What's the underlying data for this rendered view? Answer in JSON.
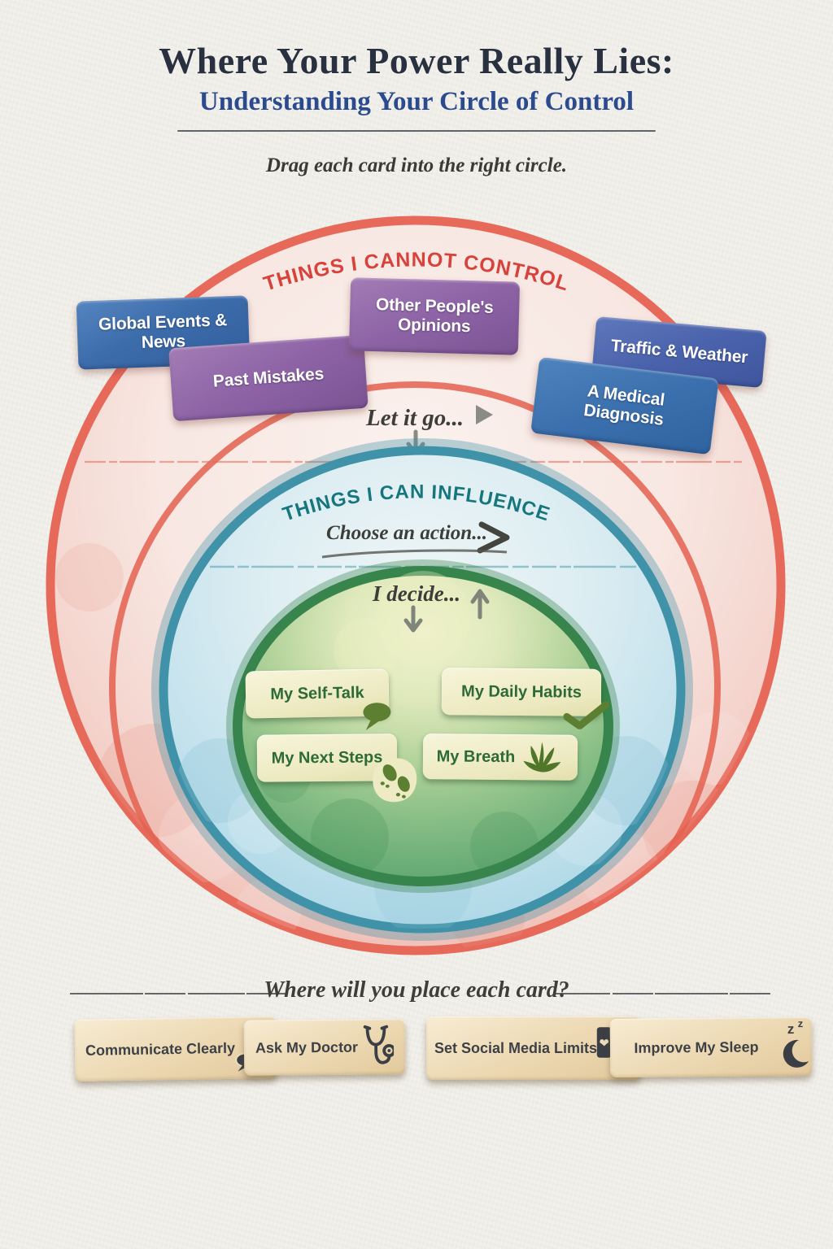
{
  "header": {
    "title": "Where Your Power Really Lies:",
    "subtitle": "Understanding Your Circle of Control",
    "instruction": "Drag each card into the right circle."
  },
  "zones": {
    "cannot_control": {
      "label": "THINGS I CANNOT CONTROL",
      "action_hint": "Let it go...",
      "color": "#d7423a"
    },
    "influence": {
      "label": "THINGS I CAN INFLUENCE",
      "action_hint": "Choose an action...",
      "color": "#16767e"
    },
    "control": {
      "action_hint": "I decide..."
    }
  },
  "placed_cards": {
    "cannot_control": [
      {
        "label": "Global Events & News",
        "color": "#3d6cab"
      },
      {
        "label": "Past Mistakes",
        "color": "#8d63a6"
      },
      {
        "label": "Other People's Opinions",
        "color": "#8d63a6"
      },
      {
        "label": "Traffic & Weather",
        "color": "#4a63ac"
      },
      {
        "label": "A Medical Diagnosis",
        "color": "#3b70ae"
      }
    ],
    "control": [
      {
        "label": "My Self-Talk",
        "icon": "speech-bubble-icon"
      },
      {
        "label": "My Daily Habits",
        "icon": "checkmark-icon"
      },
      {
        "label": "My Next Steps",
        "icon": "footprints-icon"
      },
      {
        "label": "My Breath",
        "icon": "leaf-icon"
      }
    ]
  },
  "tray": {
    "question": "Where will you place each card?",
    "cards": [
      {
        "label": "Communicate Clearly",
        "icon": "chat-bubbles-icon"
      },
      {
        "label": "Ask My Doctor",
        "icon": "stethoscope-icon"
      },
      {
        "label": "Set Social Media Limits",
        "icon": "phones-icon"
      },
      {
        "label": "Improve My Sleep",
        "icon": "moon-zz-icon"
      }
    ]
  }
}
